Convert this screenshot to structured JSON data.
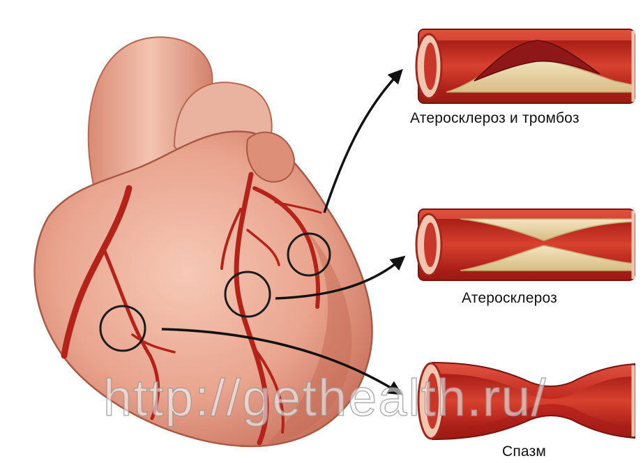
{
  "captions": {
    "atherosclerosis_thrombosis": "Атеросклероз и тромбоз",
    "atherosclerosis": "Атеросклероз",
    "spasm": "Спазм"
  },
  "watermark": "http://gethealth.ru/",
  "colors": {
    "heart_skin": "#e9a48e",
    "heart_shadow": "#c8705c",
    "artery": "#b3231a",
    "vessel_wall": "#c92b22",
    "plaque": "#e7d2a4",
    "thrombus": "#8e1717",
    "arrow": "#111111"
  }
}
